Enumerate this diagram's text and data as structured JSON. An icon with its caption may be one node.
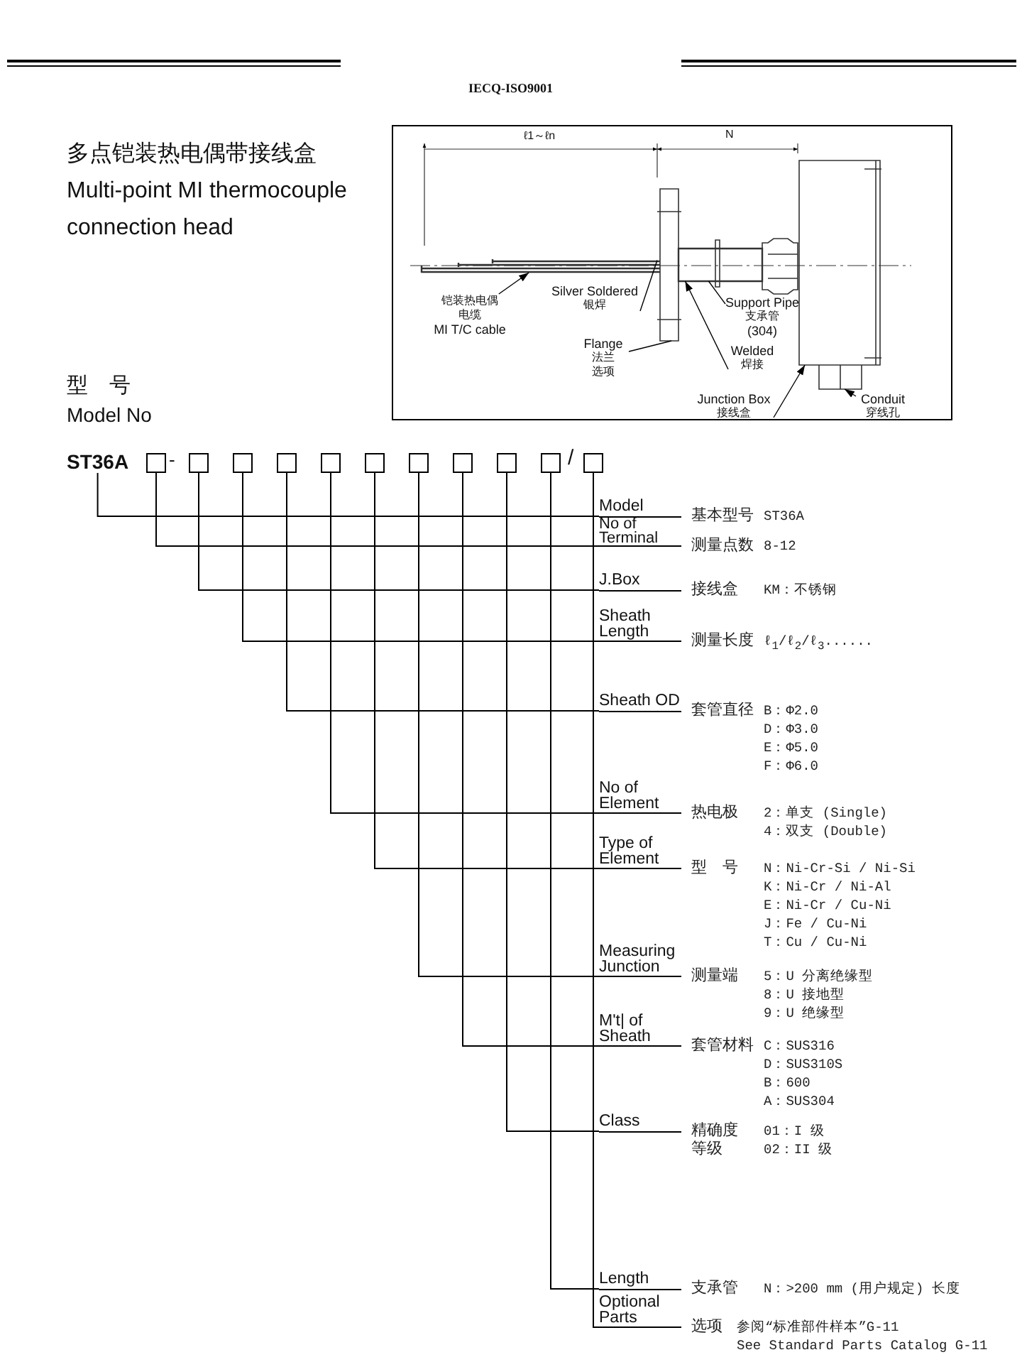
{
  "diagram": {
    "title": "多点铠装热电偶带接线盒",
    "nodes": [
      {
        "text": [
          "铠装热电偶电缆",
          "MI T/C cable"
        ]
      },
      {
        "text": [
          "Silver Soldered",
          "银焊"
        ]
      },
      {
        "text": [
          "Support Pipe",
          "支承管",
          "(304)"
        ]
      },
      {
        "text": [
          "Flange",
          "法兰",
          "选项"
        ]
      },
      {
        "text": [
          "Welded",
          "焊接"
        ]
      },
      {
        "text": [
          "Junction Box",
          "接线盒"
        ]
      },
      {
        "text": [
          "Conduit",
          "穿线孔"
        ]
      },
      {
        "text": [
          "ST36A"
        ]
      },
      {
        "text": [],
        "shape": "box"
      },
      {
        "text": [],
        "shape": "box"
      },
      {
        "text": [],
        "shape": "box"
      },
      {
        "text": [],
        "shape": "box"
      },
      {
        "text": [],
        "shape": "box"
      },
      {
        "text": [],
        "shape": "box"
      },
      {
        "text": [],
        "shape": "box"
      },
      {
        "text": [],
        "shape": "box"
      },
      {
        "text": [],
        "shape": "box"
      },
      {
        "text": [],
        "shape": "box"
      },
      {
        "text": [],
        "shape": "box"
      },
      {
        "text": [
          "Model"
        ],
        "beside": [
          "基本型号",
          "ST36A"
        ]
      },
      {
        "text": [
          "No of Terminal"
        ],
        "beside": [
          "测量点数",
          "8-12"
        ]
      },
      {
        "text": [
          "J.Box"
        ],
        "beside": [
          "接线盒",
          "KM：不锈钢"
        ]
      },
      {
        "text": [
          "Sheath Length"
        ],
        "beside": [
          "测量长度",
          "ℓ$_{1}$/ℓ$_{2}$/ℓ$_{3}$......"
        ]
      },
      {
        "text": [
          "Sheath OD"
        ],
        "beside": [
          "套管直径",
          "B：Φ2.0",
          "D：Φ3.0",
          "E：Φ5.0",
          "F：Φ6.0"
        ]
      },
      {
        "text": [
          "No of Element"
        ],
        "beside": [
          "热电极",
          "2：单支 (Single)",
          "4：双支 (Double)"
        ]
      },
      {
        "text": [
          "Type of Element"
        ],
        "beside": [
          "型　号",
          "N：Ni-Cr-Si / Ni-Si",
          "K：Ni-Cr / Ni-Al",
          "E：Ni-Cr / Cu-Ni",
          "J：Fe / Cu-Ni",
          "T：Cu / Cu-Ni"
        ]
      },
      {
        "text": [
          "Measuring Junction"
        ],
        "beside": [
          "测量端",
          "5：U 分离绝缘型",
          "8：U 接地型",
          "9：U 绝缘型"
        ]
      },
      {
        "text": [
          "M't| of Sheath"
        ],
        "beside": [
          "套管材料",
          "C：SUS316",
          "D：SUS310S",
          "B：600",
          "A：SUS304"
        ]
      },
      {
        "text": [
          "Class"
        ],
        "beside": [
          "精确度等级",
          "01：I 级",
          "02：II 级"
        ]
      },
      {
        "text": [
          "Length"
        ],
        "beside": [
          "支承管",
          "N：>200 mm (用户规定) 长度"
        ]
      },
      {
        "text": [
          "Optional Parts"
        ],
        "beside": [
          "选项",
          "参阅“标准部件样本”G-11",
          "See Standard Parts Catalog G-11"
        ]
      },
      {
        "text": [],
        "shape": "bar"
      },
      {
        "text": [],
        "shape": "bar"
      },
      {
        "text": [],
        "shape": "box"
      },
      {
        "text": [],
        "shape": "box"
      },
      {
        "text": [],
        "shape": "box"
      }
    ],
    "edges": [
      {
        "from": 0,
        "to": 31,
        "arrow": "to"
      },
      {
        "from": 1,
        "to": 33,
        "arrow": "none"
      },
      {
        "from": 2,
        "to": 32,
        "arrow": "none"
      },
      {
        "from": 3,
        "to": 33,
        "arrow": "none"
      },
      {
        "from": 4,
        "to": 32,
        "arrow": "to"
      },
      {
        "from": 5,
        "to": 34,
        "arrow": "to"
      },
      {
        "from": 6,
        "to": 35,
        "arrow": "to"
      },
      {
        "from": 7,
        "to": 19,
        "arrow": "none"
      },
      {
        "from": 8,
        "to": 20,
        "arrow": "none"
      },
      {
        "from": 9,
        "to": 21,
        "arrow": "none"
      },
      {
        "from": 10,
        "to": 22,
        "arrow": "none"
      },
      {
        "from": 11,
        "to": 23,
        "arrow": "none"
      },
      {
        "from": 12,
        "to": 24,
        "arrow": "none"
      },
      {
        "from": 13,
        "to": 25,
        "arrow": "none"
      },
      {
        "from": 14,
        "to": 26,
        "arrow": "none"
      },
      {
        "from": 15,
        "to": 27,
        "arrow": "none"
      },
      {
        "from": 16,
        "to": 28,
        "arrow": "none"
      },
      {
        "from": 17,
        "to": 29,
        "arrow": "none"
      },
      {
        "from": 18,
        "to": 30,
        "arrow": "none"
      }
    ],
    "labels": [
      "IECQ-ISO9001",
      "Multi-point MI thermocouple connection head",
      "ℓ1～ℓn",
      "N",
      "型　号",
      "Model No",
      "-",
      "/"
    ]
  }
}
